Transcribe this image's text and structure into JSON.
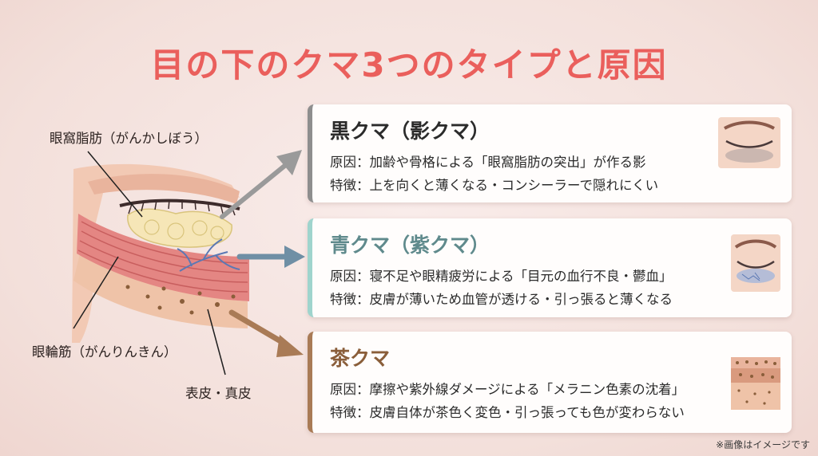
{
  "title": "目の下のクマ3つのタイプと原因",
  "labels": {
    "fat": "眼窩脂肪（がんかしぼう）",
    "muscle": "眼輪筋（がんりんきん）",
    "skin": "表皮・真皮"
  },
  "cards": [
    {
      "heading": "黒クマ（影クマ）",
      "cause": "原因：加齢や骨格による「眼窩脂肪の突出」が作る影",
      "feature": "特徴：上を向くと薄くなる・コンシーラーで隠れにくい",
      "color": "#8e8e8e"
    },
    {
      "heading": "青クマ（紫クマ）",
      "cause": "原因：寝不足や眼精疲労による「目元の血行不良・鬱血」",
      "feature": "特徴：皮膚が薄いため血管が透ける・引っ張ると薄くなる",
      "color": "#5f8a8c"
    },
    {
      "heading": "茶クマ",
      "cause": "原因：摩擦や紫外線ダメージによる「メラニン色素の沈着」",
      "feature": "特徴：皮膚自体が茶色く変色・引っ張っても色が変わらない",
      "color": "#8a5e3a"
    }
  ],
  "note": "※画像はイメージです",
  "colors": {
    "title": "#ea5f5c",
    "background": "#f6e7e3"
  },
  "icons": [
    "eye-shadow-icon",
    "eye-blue-icon",
    "skin-layers-icon"
  ]
}
